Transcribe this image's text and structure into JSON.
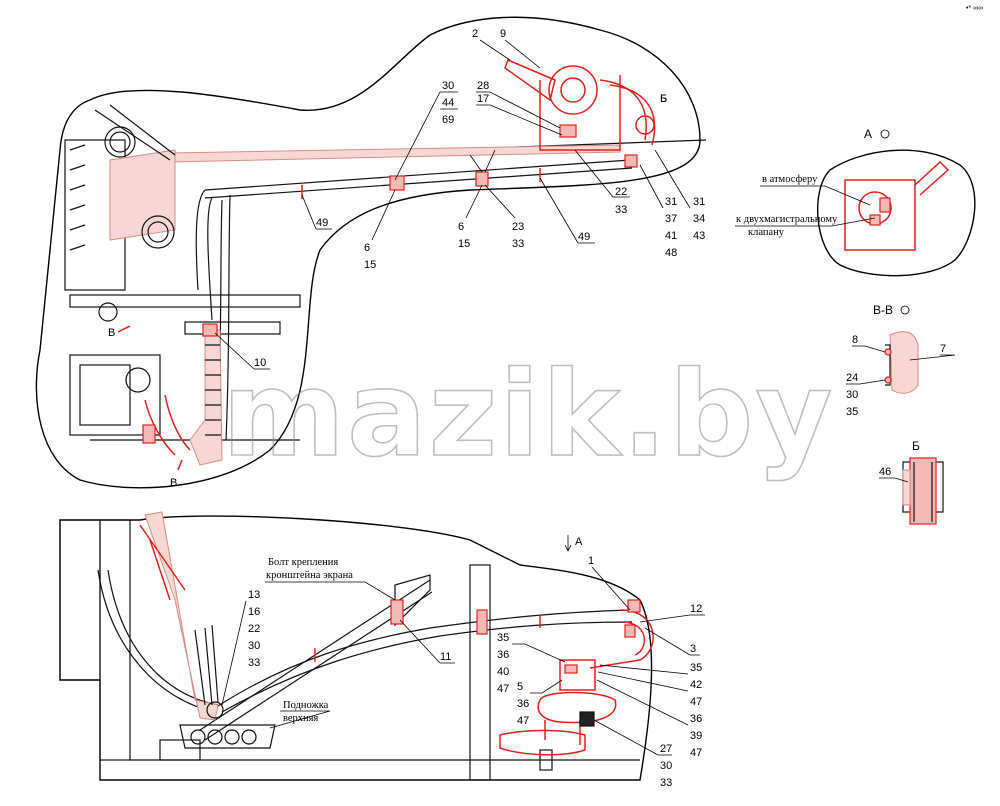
{
  "views": {
    "A": "А",
    "BB": "В-В",
    "B_cyr": "Б"
  },
  "section_marks": {
    "B_top": "В",
    "B_bottom": "В",
    "B_callout": "Б",
    "arrow_A": "А"
  },
  "notes": {
    "atmosphere": "в атмосферу",
    "valve_line1": "к двухмагистральному",
    "valve_line2": "клапану",
    "bolt_line1": "Болт крепления",
    "bolt_line2": "кронштейна экрана",
    "step_line1": "Подножка",
    "step_line2": "верхняя"
  },
  "labels": {
    "top": [
      "2",
      "9",
      "28",
      "17",
      "30",
      "44",
      "69",
      "Б",
      "22",
      "33",
      "31",
      "31",
      "37",
      "34",
      "41",
      "43",
      "48",
      "6",
      "15",
      "6",
      "15",
      "23",
      "33",
      "49",
      "49",
      "10"
    ],
    "bottom": [
      "1",
      "12",
      "3",
      "35",
      "36",
      "40",
      "47",
      "35",
      "42",
      "47",
      "5",
      "36",
      "47",
      "36",
      "39",
      "47",
      "27",
      "30",
      "33",
      "13",
      "16",
      "22",
      "30",
      "33",
      "11"
    ],
    "views_side": [
      "8",
      "7",
      "24",
      "30",
      "35",
      "46"
    ]
  },
  "watermark": "mazik.by",
  "corner_mark": "•* ∞∞"
}
